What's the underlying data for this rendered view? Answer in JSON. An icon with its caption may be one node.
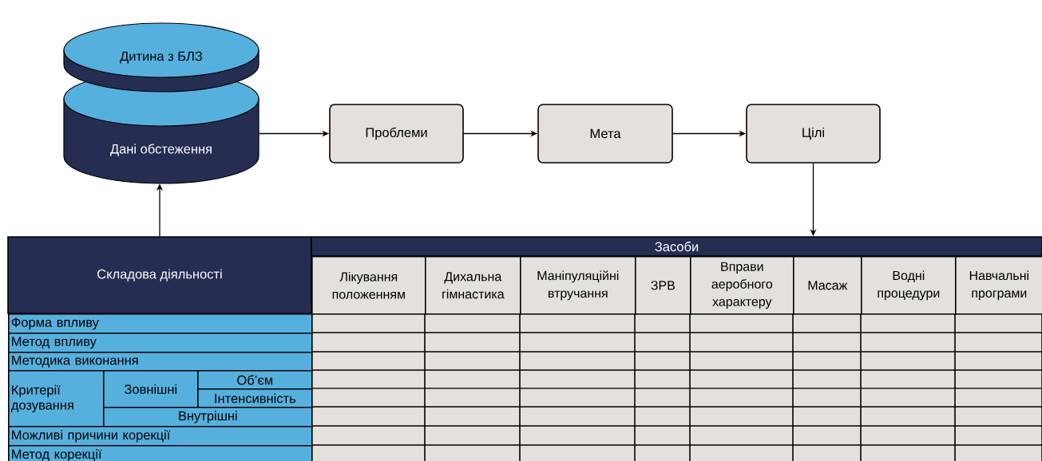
{
  "diagram": {
    "nodes": [
      {
        "text": [
          "Дитина з БЛЗ"
        ]
      },
      {
        "text": [
          "Дані обстеження"
        ]
      },
      {
        "text": [
          "Проблеми"
        ]
      },
      {
        "text": [
          "Мета"
        ]
      },
      {
        "text": [
          "Цілі"
        ]
      },
      {
        "text": [
          "Складова діяльності"
        ]
      },
      {
        "text": [
          "Засоби"
        ]
      }
    ],
    "edges": [
      {
        "from": 1,
        "to": 2,
        "arrow": "to"
      },
      {
        "from": 2,
        "to": 3,
        "arrow": "to"
      },
      {
        "from": 3,
        "to": 4,
        "arrow": "to"
      },
      {
        "from": 4,
        "to": 6,
        "arrow": "to"
      },
      {
        "from": 5,
        "to": 1,
        "arrow": "to"
      }
    ],
    "labels": [
      "Лікування положенням",
      "Дихальна гімнастика",
      "Маніпуляційні втручання",
      "ЗРВ",
      "Вправи аеробного характеру",
      "Масаж",
      "Водні процедури",
      "Навчальні програми",
      "Форма впливу",
      "Метод впливу",
      "Методика виконання",
      "Критерії дозування",
      "Зовнішні",
      "Об’єм",
      "Інтенсивність",
      "Внутрішні",
      "Можливі причини корекції",
      "Метод корекції"
    ]
  }
}
